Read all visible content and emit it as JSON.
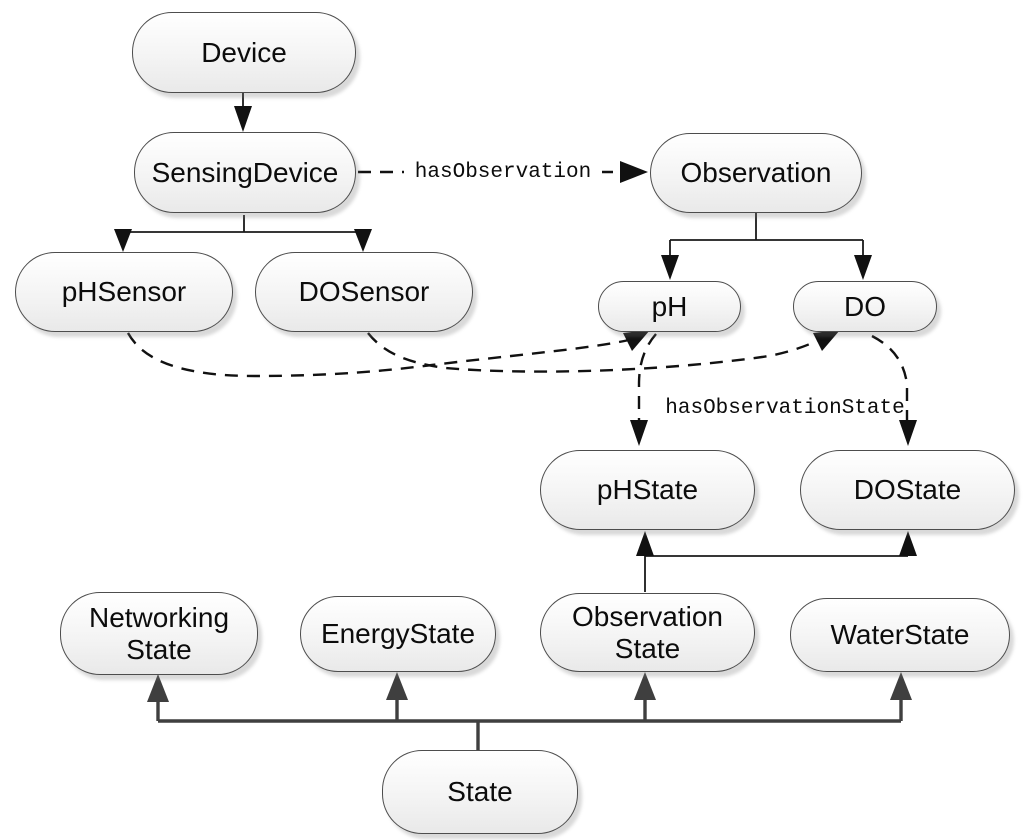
{
  "diagram": {
    "type": "ontology-class-diagram",
    "background": "#ffffff",
    "colors": {
      "node_border": "#4d4d4d",
      "node_fill_top": "#ffffff",
      "node_fill_bottom": "#e9e9e9",
      "edge_color": "#1a1a1a",
      "bold_edge_color": "#3f3f3f"
    },
    "nodes": {
      "device": {
        "lines": [
          "Device"
        ]
      },
      "sensingDevice": {
        "lines": [
          "SensingDevice"
        ]
      },
      "observation": {
        "lines": [
          "Observation"
        ]
      },
      "phSensor": {
        "lines": [
          "pHSensor"
        ]
      },
      "doSensor": {
        "lines": [
          "DOSensor"
        ]
      },
      "ph": {
        "lines": [
          "pH"
        ]
      },
      "do": {
        "lines": [
          "DO"
        ]
      },
      "phState": {
        "lines": [
          "pHState"
        ]
      },
      "doState": {
        "lines": [
          "DOState"
        ]
      },
      "networkingState": {
        "lines": [
          "Networking",
          "State"
        ]
      },
      "energyState": {
        "lines": [
          "EnergyState"
        ]
      },
      "observationState": {
        "lines": [
          "Observation",
          "State"
        ]
      },
      "waterState": {
        "lines": [
          "WaterState"
        ]
      },
      "state": {
        "lines": [
          "State"
        ]
      }
    },
    "edge_labels": {
      "has_observation": "hasObservation",
      "has_observation_state": "hasObservationState"
    },
    "relations": [
      "Device -> SensingDevice",
      "SensingDevice -> pHSensor",
      "SensingDevice -> DOSensor",
      "SensingDevice -hasObservation-> Observation",
      "Observation -> pH",
      "Observation -> DO",
      "pHSensor --> pH (dashed)",
      "DOSensor --> DO (dashed)",
      "pH -hasObservationState-> pHState (dashed)",
      "DO -hasObservationState-> DOState (dashed)",
      "ObservationState -> pHState",
      "ObservationState -> DOState",
      "State -> NetworkingState",
      "State -> EnergyState",
      "State -> ObservationState",
      "State -> WaterState"
    ]
  }
}
